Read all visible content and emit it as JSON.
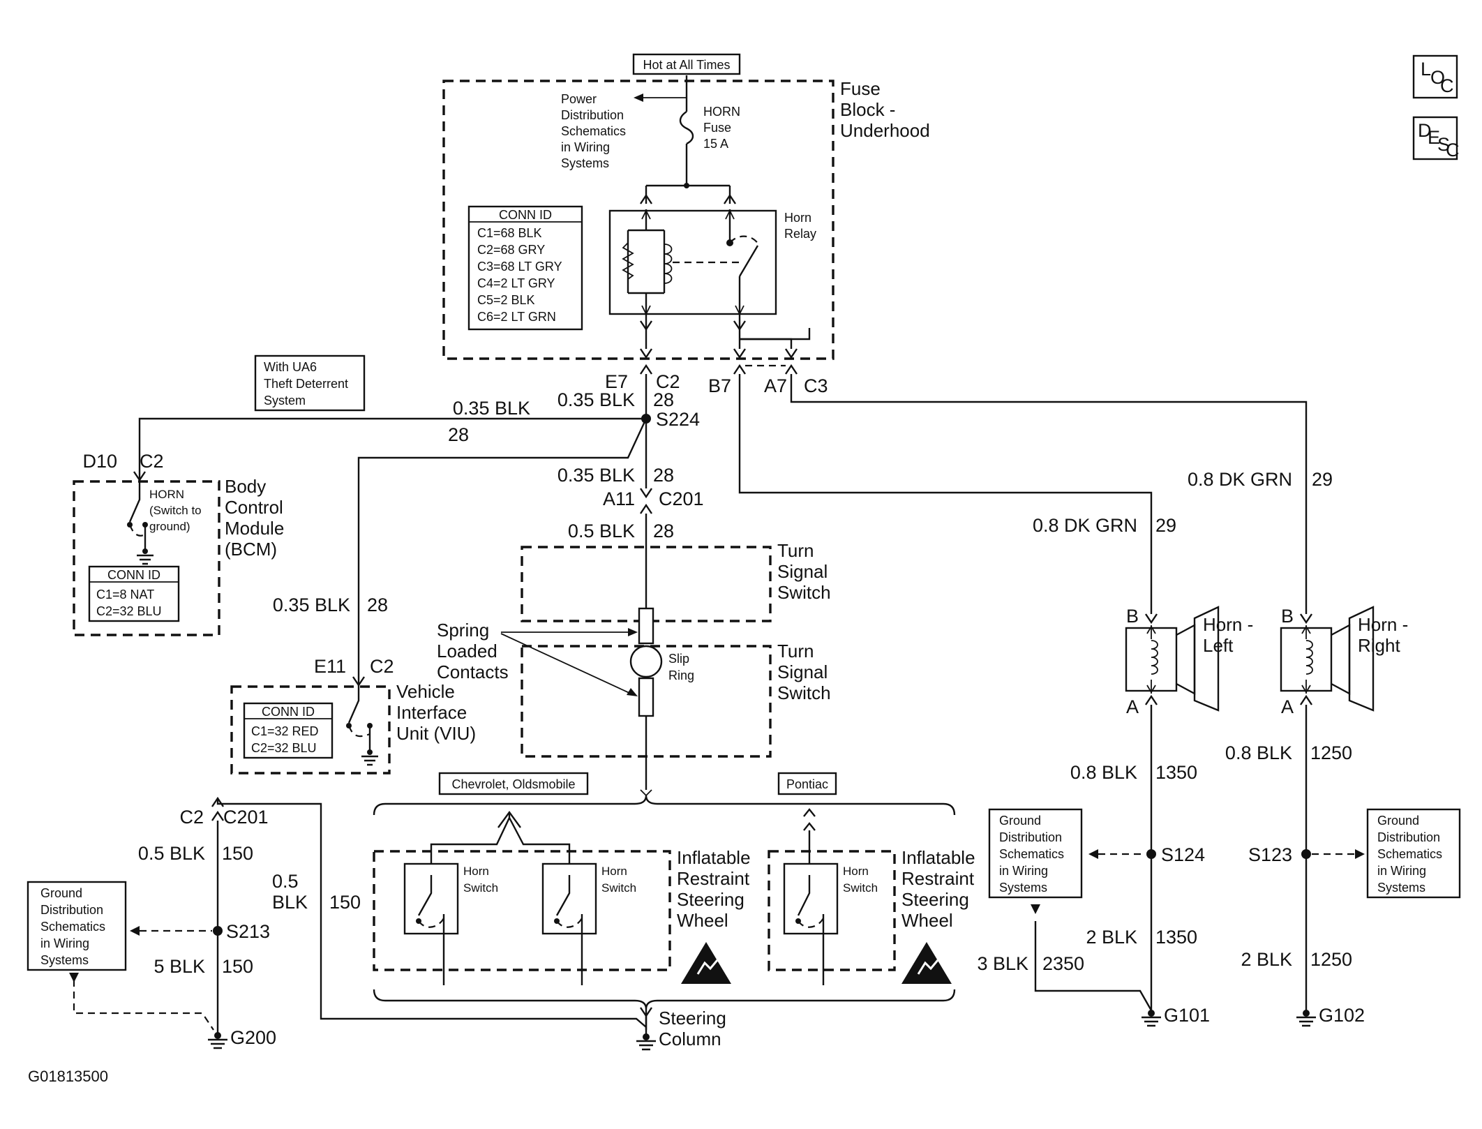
{
  "top_label": "Hot at All Times",
  "fuse_block": {
    "title_lines": [
      "Fuse",
      "Block -",
      "Underhood"
    ],
    "power_note_lines": [
      "Power",
      "Distribution",
      "Schematics",
      "in Wiring",
      "Systems"
    ],
    "fuse_lines": [
      "HORN",
      "Fuse",
      "15 A"
    ],
    "relay_lines": [
      "Horn",
      "Relay"
    ],
    "conn_title": "CONN ID",
    "conn_items": [
      "C1=68 BLK",
      "C2=68 GRY",
      "C3=68 LT GRY",
      "C4=2 LT GRY",
      "C5=2 BLK",
      "C6=2 LT GRN"
    ],
    "pins": {
      "e7": "E7",
      "c2": "C2",
      "b7": "B7",
      "a7": "A7",
      "c3": "C3"
    }
  },
  "uab_note_lines": [
    "With UA6",
    "Theft Deterrent",
    "System"
  ],
  "wires": {
    "w1": "0.35 BLK",
    "w1n": "28",
    "w2": "0.35 BLK",
    "w2n": "28",
    "w3": "0.35 BLK",
    "w3n": "28",
    "w4": "0.35 BLK",
    "w4n": "28",
    "w5": "0.5 BLK",
    "w5n": "28",
    "w6": "0.35 BLK",
    "w6n": "28",
    "w7": "0.8 DK GRN",
    "w7n": "29",
    "w8": "0.8 DK GRN",
    "w8n": "29",
    "w9": "0.8 BLK",
    "w9n": "1350",
    "w10": "0.8 BLK",
    "w10n": "1250",
    "w11": "2 BLK",
    "w11n": "1350",
    "w12": "3 BLK",
    "w12n": "2350",
    "w13": "2 BLK",
    "w13n": "1250",
    "w14": "0.5 BLK",
    "w14n": "150",
    "w15a": "0.5",
    "w15b": "BLK",
    "w15n": "150",
    "w16": "5 BLK",
    "w16n": "150"
  },
  "splices": {
    "s224": "S224",
    "s213": "S213",
    "s124": "S124",
    "s123": "S123"
  },
  "connectors": {
    "a11": "A11",
    "c201": "C201",
    "c2b": "C2",
    "c201b": "C201",
    "d10": "D10",
    "c2c": "C2",
    "e11": "E11",
    "c2d": "C2"
  },
  "bcm": {
    "title_lines": [
      "Body",
      "Control",
      "Module",
      "(BCM)"
    ],
    "switch_lines": [
      "HORN",
      "(Switch to",
      "ground)"
    ],
    "conn_title": "CONN ID",
    "conn_items": [
      "C1=8 NAT",
      "C2=32 BLU"
    ]
  },
  "viu": {
    "title_lines": [
      "Vehicle",
      "Interface",
      "Unit (VIU)"
    ],
    "conn_title": "CONN ID",
    "conn_items": [
      "C1=32 RED",
      "C2=32 BLU"
    ]
  },
  "turn_signal_lines": [
    "Turn",
    "Signal",
    "Switch"
  ],
  "spring_lines": [
    "Spring",
    "Loaded",
    "Contacts"
  ],
  "slip_ring_lines": [
    "Slip",
    "Ring"
  ],
  "chev_label": "Chevrolet, Oldsmobile",
  "pontiac_label": "Pontiac",
  "horn_switch_lines": [
    "Horn",
    "Switch"
  ],
  "irsw_lines": [
    "Inflatable",
    "Restraint",
    "Steering",
    "Wheel"
  ],
  "steering_column_lines": [
    "Steering",
    "Column"
  ],
  "horn_left": {
    "title_lines": [
      "Horn -",
      "Left"
    ],
    "pin_b": "B",
    "pin_a": "A"
  },
  "horn_right": {
    "title_lines": [
      "Horn -",
      "Right"
    ],
    "pin_b": "B",
    "pin_a": "A"
  },
  "ground_note_lines": [
    "Ground",
    "Distribution",
    "Schematics",
    "in Wiring",
    "Systems"
  ],
  "grounds": {
    "g200": "G200",
    "g101": "G101",
    "g102": "G102"
  },
  "figure_id": "G01813500",
  "loc_icon": {
    "l": "L",
    "o": "O",
    "c": "C"
  },
  "desc_icon": {
    "d": "D",
    "e": "E",
    "s": "S",
    "c": "C"
  }
}
